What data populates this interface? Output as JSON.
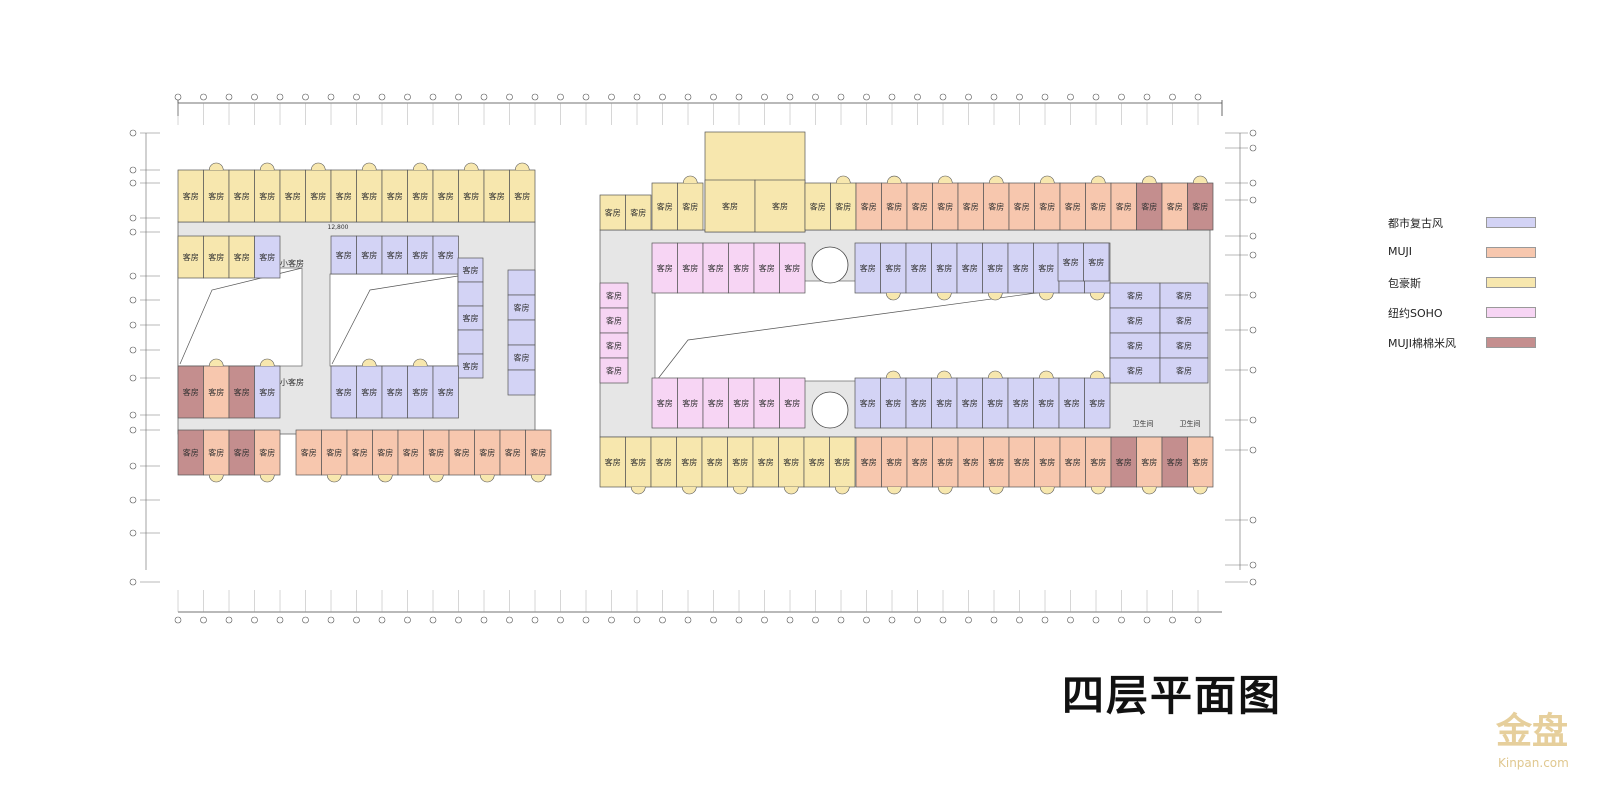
{
  "title": "四层平面图",
  "room_label": "客房",
  "small_room_label": "小客房",
  "bath_labels": [
    "卫生间",
    "卫生间"
  ],
  "dimension_mark": "12,800",
  "legend": [
    {
      "name": "都市复古风",
      "color": "#d3d3f5"
    },
    {
      "name": "MUJI",
      "color": "#f7c7ae"
    },
    {
      "name": "包豪斯",
      "color": "#f7e7ae"
    },
    {
      "name": "纽约SOHO",
      "color": "#f7d5f4"
    },
    {
      "name": "MUJI棉棉米风",
      "color": "#c48e8e"
    }
  ],
  "watermark": {
    "mark": "金盘",
    "text": "Kinpan.com"
  }
}
